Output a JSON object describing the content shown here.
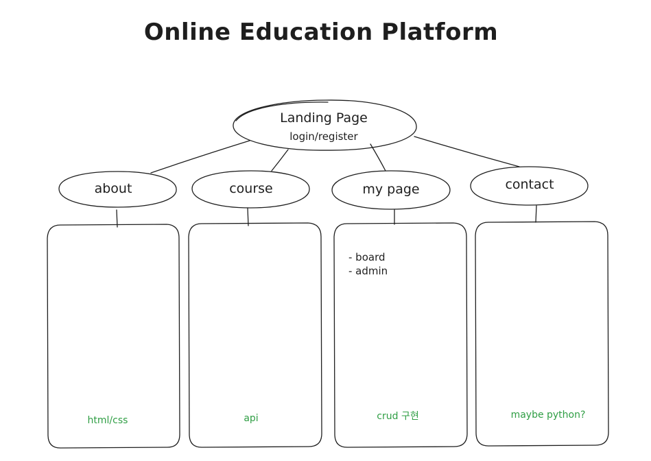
{
  "diagram": {
    "title": "Online Education Platform",
    "root": {
      "label": "Landing Page",
      "sublabel": "login/register"
    },
    "branches": [
      {
        "id": "about",
        "label": "about",
        "items": [],
        "note": "html/css"
      },
      {
        "id": "course",
        "label": "course",
        "items": [],
        "note": "api"
      },
      {
        "id": "my-page",
        "label": "my page",
        "items": [
          "- board",
          "- admin"
        ],
        "note": "crud 구현"
      },
      {
        "id": "contact",
        "label": "contact",
        "items": [],
        "note": "maybe python?"
      }
    ]
  },
  "colors": {
    "ink": "#1e1e1e",
    "note": "#2f9e44",
    "background": "#ffffff"
  }
}
